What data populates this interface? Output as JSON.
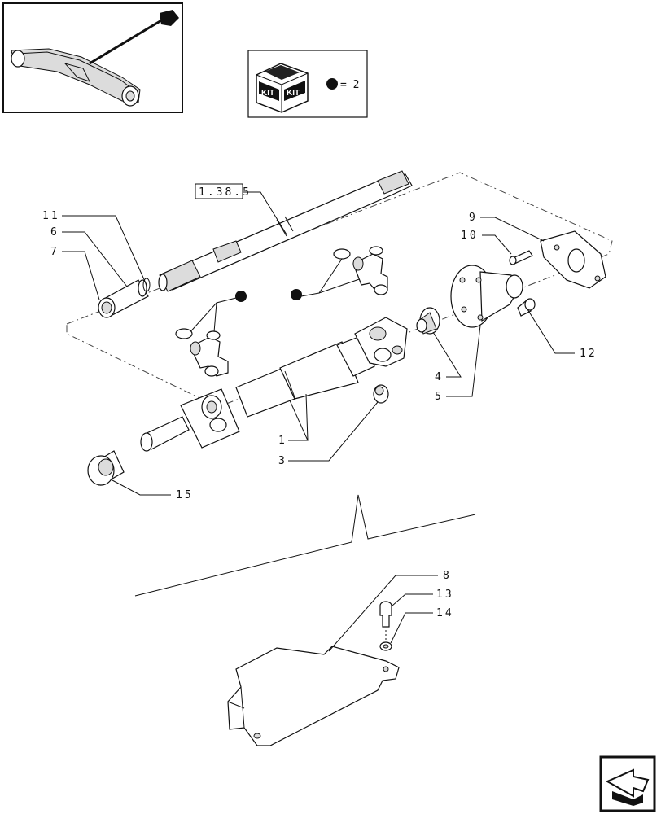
{
  "kit_box": {
    "kit_text_1": "KIT",
    "kit_text_2": "KIT",
    "equation": "= 2"
  },
  "reference": {
    "label": "1.38.5"
  },
  "callouts": {
    "p1": "1",
    "p3": "3",
    "p4": "4",
    "p5": "5",
    "p6": "6",
    "p7": "7",
    "p8": "8",
    "p9": "9",
    "p10": "10",
    "p11": "11",
    "p12": "12",
    "p13": "13",
    "p14": "14",
    "p15": "15"
  },
  "icons": {
    "thumbnail": "axle-thumbnail-icon",
    "kit": "kit-box-icon",
    "bullet": "filled-dot-icon",
    "nav": "next-page-arrow-icon"
  },
  "colors": {
    "ink": "#111111",
    "background": "#ffffff"
  }
}
